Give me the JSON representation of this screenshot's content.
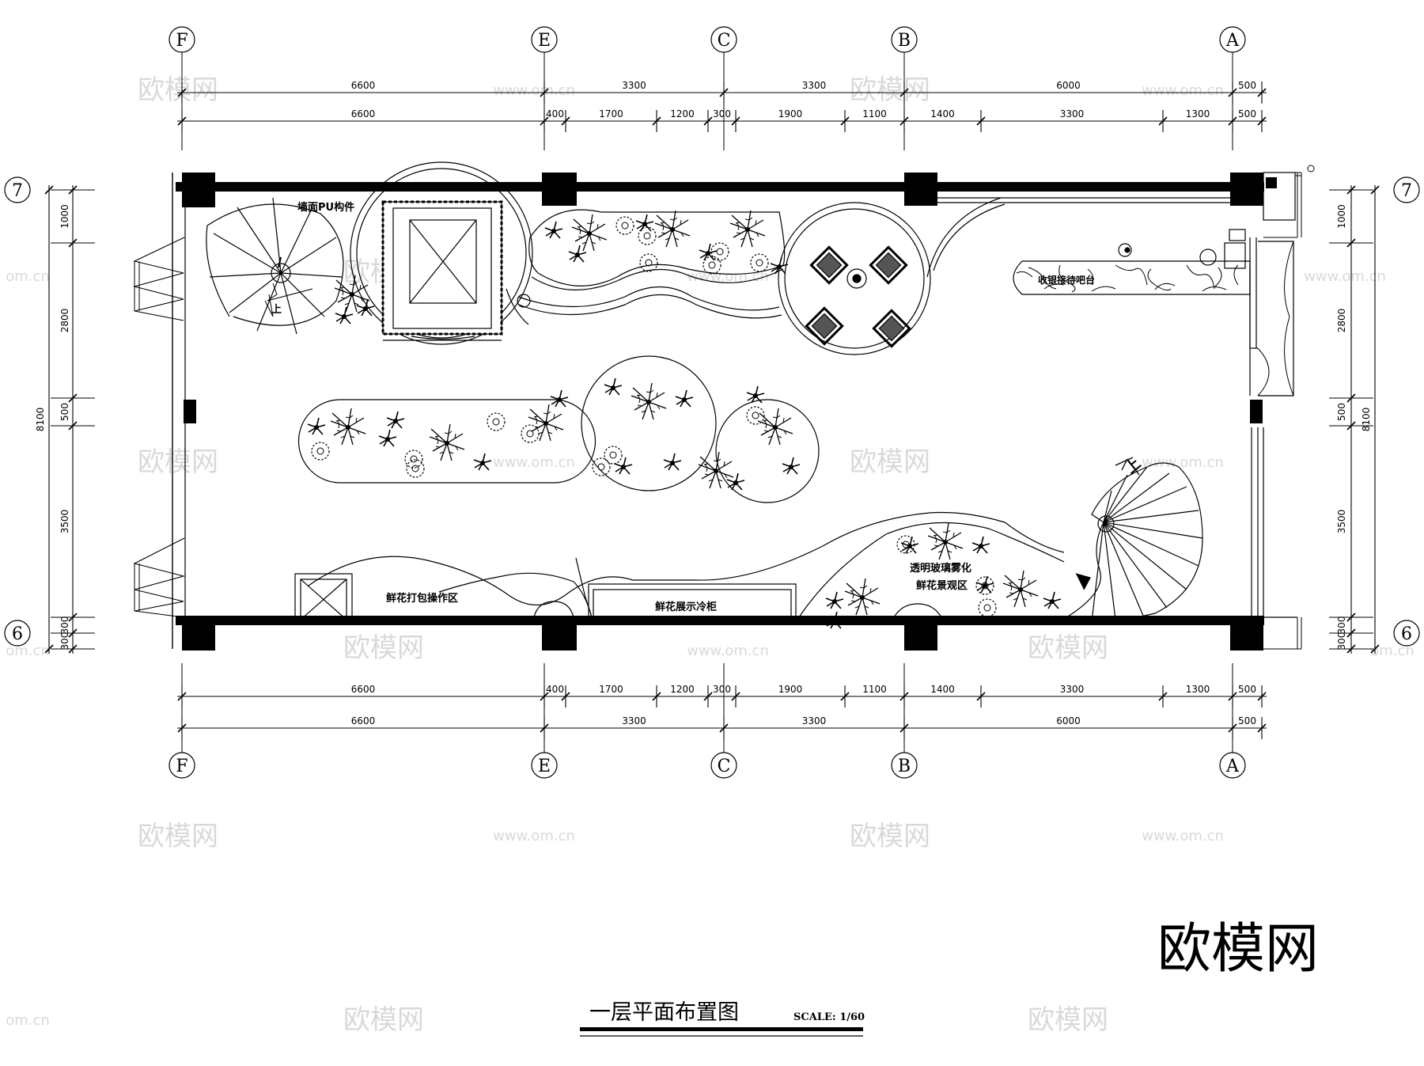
{
  "grid_columns": [
    "F",
    "E",
    "C",
    "B",
    "A"
  ],
  "grid_rows": [
    "7",
    "6"
  ],
  "dims_top_outer": [
    "6600",
    "3300",
    "3300",
    "6000",
    "500"
  ],
  "dims_top_inner": [
    "6600",
    "400",
    "1700",
    "1200",
    "300",
    "1900",
    "1100",
    "1400",
    "3300",
    "1300",
    "500"
  ],
  "dims_bottom_inner": [
    "6600",
    "400",
    "1700",
    "1200",
    "300",
    "1900",
    "1100",
    "1400",
    "3300",
    "1300",
    "500"
  ],
  "dims_bottom_outer": [
    "6600",
    "3300",
    "3300",
    "6000",
    "500"
  ],
  "dims_left_inner": [
    "1000",
    "2800",
    "500",
    "3500",
    "300",
    "300"
  ],
  "dims_left_total": "8100",
  "dims_right_inner": [
    "1000",
    "2800",
    "500",
    "3500",
    "300",
    "300"
  ],
  "dims_right_total": "8100",
  "labels": {
    "wall_pu": "墙面PU构件",
    "reception": "收银接待吧台",
    "packing": "鲜花打包操作区",
    "showcase": "鲜花展示冷柜",
    "glass_mist": "透明玻璃雾化",
    "landscape": "鲜花景观区",
    "stair_up_1": "上",
    "stair_up_2": "上"
  },
  "title": "一层平面布置图",
  "scale": "SCALE: 1/60",
  "watermark_logo": "欧模网",
  "watermark_site": "www.om.cn",
  "watermark_fragment": "om.cn"
}
